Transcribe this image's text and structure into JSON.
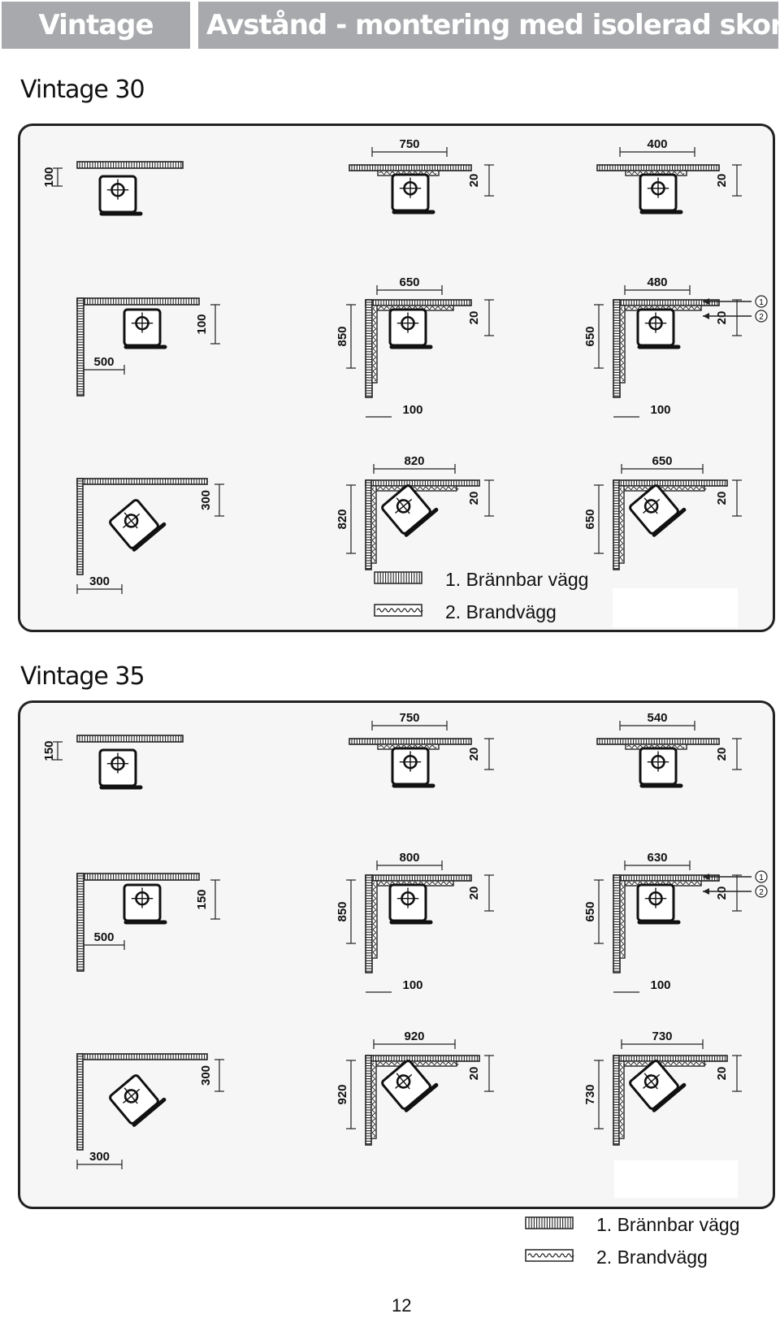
{
  "header": {
    "left": "Vintage",
    "right": "Avstånd - montering med isolerad skorsten"
  },
  "sections": [
    {
      "title": "Vintage 30",
      "rows": [
        [
          {
            "type": "wall-back",
            "dims": {
              "back": "100"
            }
          },
          {
            "type": "wall-back-fire",
            "dims": {
              "top": "750",
              "side": "20"
            }
          },
          {
            "type": "wall-back-fire",
            "dims": {
              "top": "400",
              "side": "20"
            }
          }
        ],
        [
          {
            "type": "corner-flat",
            "dims": {
              "bottom": "500",
              "side": "100"
            }
          },
          {
            "type": "corner-fire",
            "dims": {
              "top": "650",
              "left": "850",
              "side": "20",
              "bottom": "100"
            }
          },
          {
            "type": "corner-fire",
            "dims": {
              "top": "480",
              "left": "650",
              "side": "20",
              "bottom": "100"
            },
            "markers": true
          }
        ],
        [
          {
            "type": "corner-diag",
            "dims": {
              "bottom": "300",
              "side": "300"
            }
          },
          {
            "type": "corner-diag-fire",
            "dims": {
              "top": "820",
              "left": "820",
              "side": "20"
            }
          },
          {
            "type": "corner-diag-fire",
            "dims": {
              "top": "650",
              "left": "650",
              "side": "20"
            }
          }
        ]
      ]
    },
    {
      "title": "Vintage 35",
      "rows": [
        [
          {
            "type": "wall-back",
            "dims": {
              "back": "150"
            }
          },
          {
            "type": "wall-back-fire",
            "dims": {
              "top": "750",
              "side": "20"
            }
          },
          {
            "type": "wall-back-fire",
            "dims": {
              "top": "540",
              "side": "20"
            }
          }
        ],
        [
          {
            "type": "corner-flat",
            "dims": {
              "bottom": "500",
              "side": "150"
            }
          },
          {
            "type": "corner-fire",
            "dims": {
              "top": "800",
              "left": "850",
              "side": "20",
              "bottom": "100"
            }
          },
          {
            "type": "corner-fire",
            "dims": {
              "top": "630",
              "left": "650",
              "side": "20",
              "bottom": "100"
            },
            "markers": true
          }
        ],
        [
          {
            "type": "corner-diag",
            "dims": {
              "bottom": "300",
              "side": "300"
            }
          },
          {
            "type": "corner-diag-fire",
            "dims": {
              "top": "920",
              "left": "920",
              "side": "20"
            }
          },
          {
            "type": "corner-diag-fire",
            "dims": {
              "top": "730",
              "left": "730",
              "side": "20"
            }
          }
        ]
      ]
    }
  ],
  "legend": {
    "combustible": "1. Brännbar vägg",
    "firewall": "2. Brandvägg"
  },
  "marker_labels": [
    "1",
    "2"
  ],
  "page_number": "12"
}
